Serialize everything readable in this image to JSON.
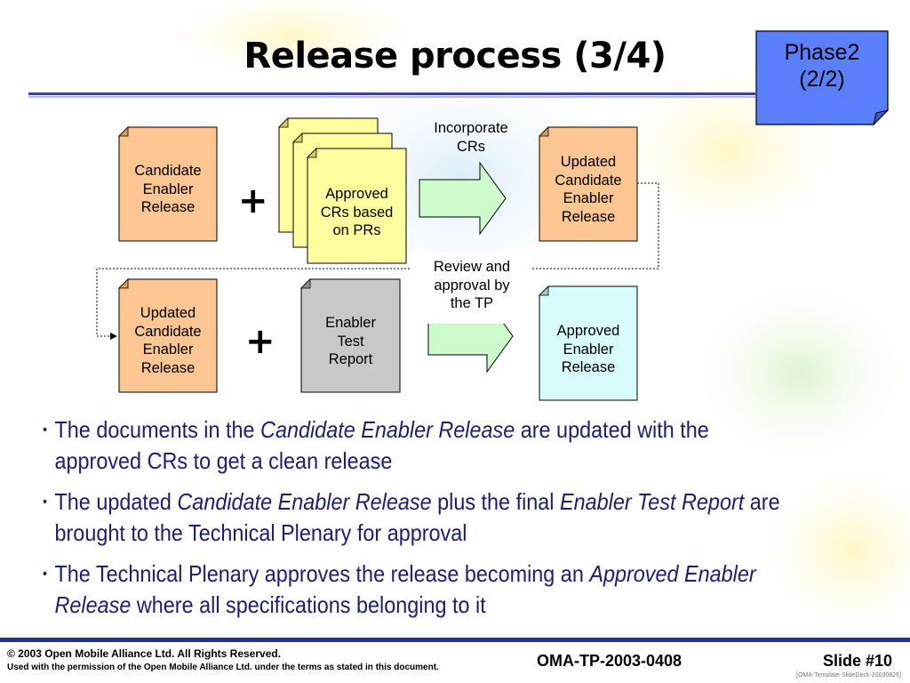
{
  "slide": {
    "title": "Release process (3/4)",
    "phase_line1": "Phase2",
    "phase_line2": "(2/2)"
  },
  "diagram": {
    "doc_candidate": [
      "Candidate",
      "Enabler",
      "Release"
    ],
    "doc_approved_crs": [
      "Approved",
      "CRs based",
      "on PRs"
    ],
    "doc_updated_top": [
      "Updated",
      "Candidate",
      "Enabler",
      "Release"
    ],
    "doc_updated_bottom": [
      "Updated",
      "Candidate",
      "Enabler",
      "Release"
    ],
    "doc_test_report": [
      "Enabler",
      "Test",
      "Report"
    ],
    "doc_approved_release": [
      "Approved",
      "Enabler",
      "Release"
    ],
    "arrow_top_label": [
      "Incorporate",
      "CRs"
    ],
    "arrow_bottom_label": [
      "Review and",
      "approval by",
      "the TP"
    ],
    "plus_top": "+",
    "plus_bottom": "+",
    "colors": {
      "orange_doc": "#fbc692",
      "yellow_doc": "#ffffa0",
      "gray_doc": "#c8c8c8",
      "cyan_doc": "#d8fbfb",
      "arrow_fill": "#ccfccc",
      "phase_box": "#5b80ff"
    }
  },
  "bullets": [
    {
      "parts": [
        {
          "text": "The documents in the ",
          "italic": false
        },
        {
          "text": "Candidate Enabler Release",
          "italic": true
        },
        {
          "text": " are updated with the approved CRs to get a clean release",
          "italic": false
        }
      ]
    },
    {
      "parts": [
        {
          "text": "The updated ",
          "italic": false
        },
        {
          "text": "Candidate Enabler Release",
          "italic": true
        },
        {
          "text": " plus the final ",
          "italic": false
        },
        {
          "text": "Enabler Test Report",
          "italic": true
        },
        {
          "text": " are brought to the Technical Plenary for approval",
          "italic": false
        }
      ]
    },
    {
      "parts": [
        {
          "text": "The Technical Plenary approves the release becoming an ",
          "italic": false
        },
        {
          "text": "Approved Enabler Release",
          "italic": true
        },
        {
          "text": " where all specifications belonging to it",
          "italic": false
        }
      ]
    }
  ],
  "footer": {
    "copyright": "© 2003 Open Mobile Alliance Ltd.  All Rights Reserved.",
    "permission": "Used with the permission of the Open Mobile Alliance Ltd. under the terms as stated in this document.",
    "doc_id": "OMA-TP-2003-0408",
    "slide_number": "Slide #10",
    "template_id": "[OMA-Template-SlideDeck-20030826]"
  }
}
